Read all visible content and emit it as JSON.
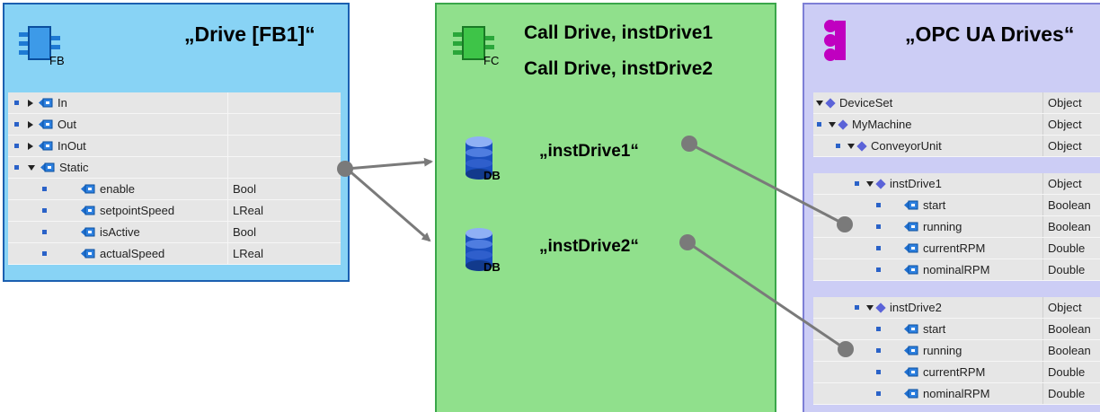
{
  "fb": {
    "title": "„Drive [FB1]“",
    "icon_label": "FB",
    "rows": [
      {
        "name": "In",
        "type": "",
        "level": 0,
        "expander": "right"
      },
      {
        "name": "Out",
        "type": "",
        "level": 0,
        "expander": "right"
      },
      {
        "name": "InOut",
        "type": "",
        "level": 0,
        "expander": "right"
      },
      {
        "name": "Static",
        "type": "",
        "level": 0,
        "expander": "down"
      },
      {
        "name": "enable",
        "type": "Bool",
        "level": 1,
        "expander": "none"
      },
      {
        "name": "setpointSpeed",
        "type": "LReal",
        "level": 1,
        "expander": "none"
      },
      {
        "name": "isActive",
        "type": "Bool",
        "level": 1,
        "expander": "none"
      },
      {
        "name": "actualSpeed",
        "type": "LReal",
        "level": 1,
        "expander": "none"
      }
    ]
  },
  "fc": {
    "icon_label": "FC",
    "line1": "Call Drive, instDrive1",
    "line2": "Call Drive, instDrive2",
    "db_icon_label": "DB",
    "db1_label": "„instDrive1“",
    "db2_label": "„instDrive2“"
  },
  "opc": {
    "title": "„OPC UA Drives“",
    "group1": [
      {
        "name": "DeviceSet",
        "type": "Object",
        "indent": 0,
        "marker": false,
        "kind": "object"
      },
      {
        "name": "MyMachine",
        "type": "Object",
        "indent": 1,
        "marker": true,
        "kind": "object"
      },
      {
        "name": "ConveyorUnit",
        "type": "Object",
        "indent": 2,
        "marker": true,
        "kind": "object"
      }
    ],
    "group2": [
      {
        "name": "instDrive1",
        "type": "Object",
        "indent": 3,
        "marker": true,
        "kind": "object"
      },
      {
        "name": "start",
        "type": "Boolean",
        "indent": 4,
        "marker": true,
        "kind": "var"
      },
      {
        "name": "running",
        "type": "Boolean",
        "indent": 4,
        "marker": true,
        "kind": "var"
      },
      {
        "name": "currentRPM",
        "type": "Double",
        "indent": 4,
        "marker": true,
        "kind": "var"
      },
      {
        "name": "nominalRPM",
        "type": "Double",
        "indent": 4,
        "marker": true,
        "kind": "var"
      }
    ],
    "group3": [
      {
        "name": "instDrive2",
        "type": "Object",
        "indent": 3,
        "marker": true,
        "kind": "object"
      },
      {
        "name": "start",
        "type": "Boolean",
        "indent": 4,
        "marker": true,
        "kind": "var"
      },
      {
        "name": "running",
        "type": "Boolean",
        "indent": 4,
        "marker": true,
        "kind": "var"
      },
      {
        "name": "currentRPM",
        "type": "Double",
        "indent": 4,
        "marker": true,
        "kind": "var"
      },
      {
        "name": "nominalRPM",
        "type": "Double",
        "indent": 4,
        "marker": true,
        "kind": "var"
      }
    ]
  },
  "colors": {
    "fb_panel": "#88d3f5",
    "fc_panel": "#90e08c",
    "opc_panel": "#cccdf5",
    "connector": "#7a7a7a",
    "accent_blue": "#2a62c8",
    "accent_purple": "#c000c0"
  }
}
